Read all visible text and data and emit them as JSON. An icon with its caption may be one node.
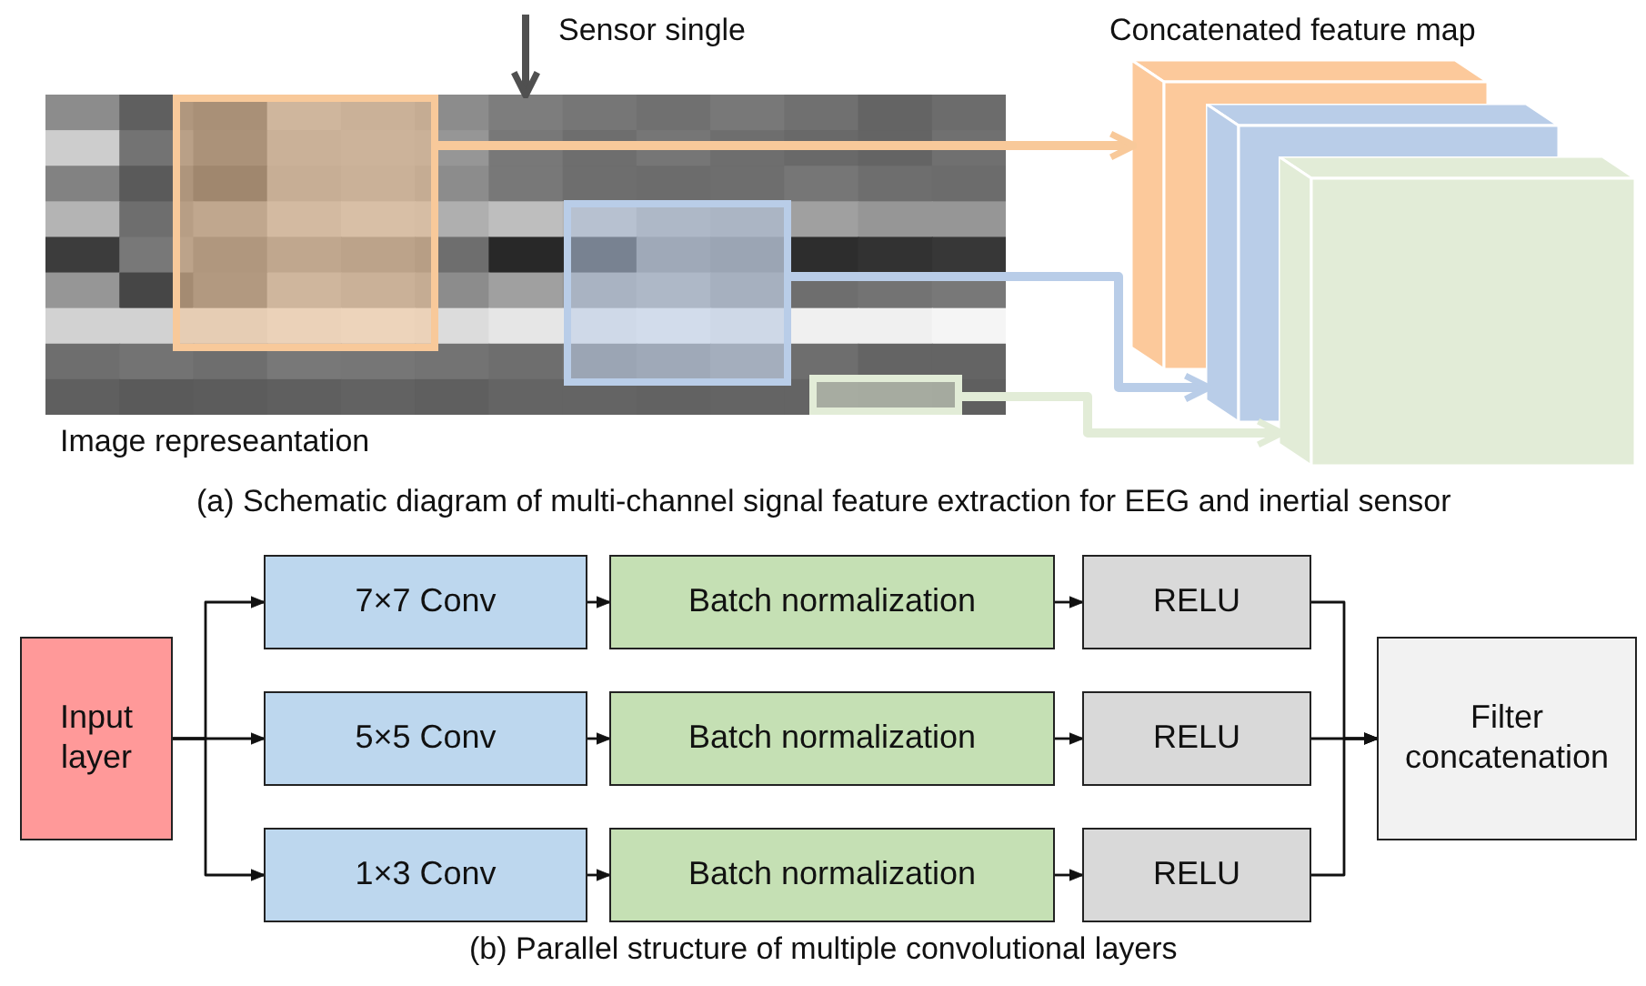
{
  "diagram": {
    "nodes": [
      {
        "text": [],
        "shape": "picture",
        "beside": [
          "Image represeantation"
        ]
      },
      {
        "text": [],
        "shape": "box",
        "in": 0
      },
      {
        "text": [],
        "shape": "box",
        "in": 0
      },
      {
        "text": [],
        "shape": "box",
        "in": 0
      },
      {
        "text": [],
        "shape": "box"
      },
      {
        "text": [],
        "shape": "box"
      },
      {
        "text": [],
        "shape": "box"
      },
      {
        "text": [
          "Input layer"
        ]
      },
      {
        "text": [
          "7×7 Conv"
        ]
      },
      {
        "text": [
          "Batch normalization"
        ]
      },
      {
        "text": [
          "RELU"
        ]
      },
      {
        "text": [
          "5×5 Conv"
        ]
      },
      {
        "text": [
          "Batch normalization"
        ]
      },
      {
        "text": [
          "RELU"
        ]
      },
      {
        "text": [
          "1×3 Conv"
        ]
      },
      {
        "text": [
          "Batch normalization"
        ]
      },
      {
        "text": [
          "RELU"
        ]
      },
      {
        "text": [
          "Filter concatenation"
        ]
      }
    ],
    "edges": [
      {
        "from": null,
        "to": 0,
        "arrow": "to",
        "style": "thick",
        "color": "#505050"
      },
      {
        "from": 1,
        "to": 4,
        "arrow": "to",
        "style": "thick",
        "color": "#f8c99a"
      },
      {
        "from": 2,
        "to": 5,
        "arrow": "to",
        "style": "thick",
        "color": "#b9cde8"
      },
      {
        "from": 3,
        "to": 6,
        "arrow": "to",
        "style": "thick",
        "color": "#e2ecd7"
      },
      {
        "from": 7,
        "to": 8,
        "arrow": "to"
      },
      {
        "from": 7,
        "to": 11,
        "arrow": "to"
      },
      {
        "from": 7,
        "to": 14,
        "arrow": "to"
      },
      {
        "from": 8,
        "to": 9,
        "arrow": "to"
      },
      {
        "from": 9,
        "to": 10,
        "arrow": "to"
      },
      {
        "from": 11,
        "to": 12,
        "arrow": "to"
      },
      {
        "from": 12,
        "to": 13,
        "arrow": "to"
      },
      {
        "from": 14,
        "to": 15,
        "arrow": "to"
      },
      {
        "from": 15,
        "to": 16,
        "arrow": "to"
      },
      {
        "from": 10,
        "to": 17,
        "arrow": "to"
      },
      {
        "from": 13,
        "to": 17,
        "arrow": "to"
      },
      {
        "from": 16,
        "to": 17,
        "arrow": "to"
      }
    ],
    "labels": [
      "Sensor single",
      "Concatenated feature map",
      "(a) Schematic diagram of multi-channel signal feature extraction for EEG and inertial sensor",
      "(b) Parallel structure of multiple convolutional layers"
    ]
  }
}
